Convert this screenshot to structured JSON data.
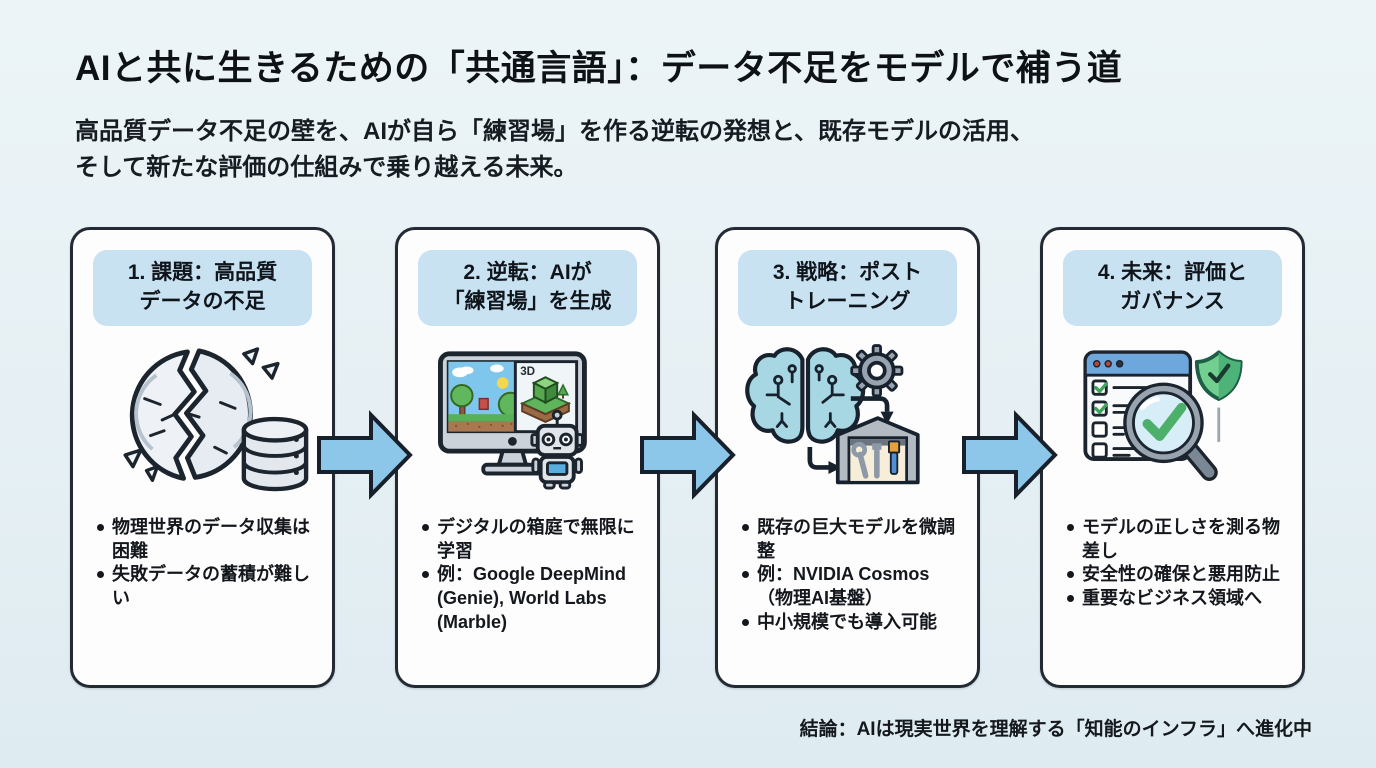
{
  "page": {
    "title": "AIと共に生きるための「共通言語」：データ不足をモデルで補う道",
    "subtitle_line1": "高品質データ不足の壁を、AIが自ら「練習場」を作る逆転の発想と、既存モデルの活用、",
    "subtitle_line2": "そして新たな評価の仕組みで乗り越える未来。",
    "conclusion": "結論：AIは現実世界を理解する「知能のインフラ」へ進化中"
  },
  "cards": [
    {
      "header_line1": "1. 課題：高品質",
      "header_line2": "データの不足",
      "icon": "broken-globe-database-icon",
      "bullets": [
        "物理世界のデータ収集は困難",
        "失敗データの蓄積が難しい"
      ]
    },
    {
      "header_line1": "2. 逆転：AIが",
      "header_line2": "「練習場」を生成",
      "icon": "simulation-monitor-robot-icon",
      "bullets": [
        "デジタルの箱庭で無限に学習",
        "例：Google DeepMind (Genie), World Labs (Marble)"
      ]
    },
    {
      "header_line1": "3. 戦略：ポスト",
      "header_line2": "トレーニング",
      "icon": "brain-gear-workshop-icon",
      "bullets": [
        "既存の巨大モデルを微調整",
        "例：NVIDIA Cosmos（物理AI基盤）",
        "中小規模でも導入可能"
      ]
    },
    {
      "header_line1": "4. 未来：評価と",
      "header_line2": "ガバナンス",
      "icon": "checklist-magnifier-shield-icon",
      "bullets": [
        "モデルの正しさを測る物差し",
        "安全性の確保と悪用防止",
        "重要なビジネス領域へ"
      ]
    }
  ],
  "icons": {
    "monitor_3d_label": "3D"
  },
  "colors": {
    "background": "#e8f1f5",
    "card_bg": "#fdfdfe",
    "card_border": "#232a33",
    "header_pill_bg": "#c8e2f1",
    "arrow_fill": "#8cc7e9",
    "arrow_stroke": "#18202b",
    "text": "#14181d",
    "brain_blue": "#a7d7e2",
    "shield_green": "#72cf90",
    "check_green": "#4cb06a",
    "screen_sky_blue": "#7fc6ec"
  }
}
